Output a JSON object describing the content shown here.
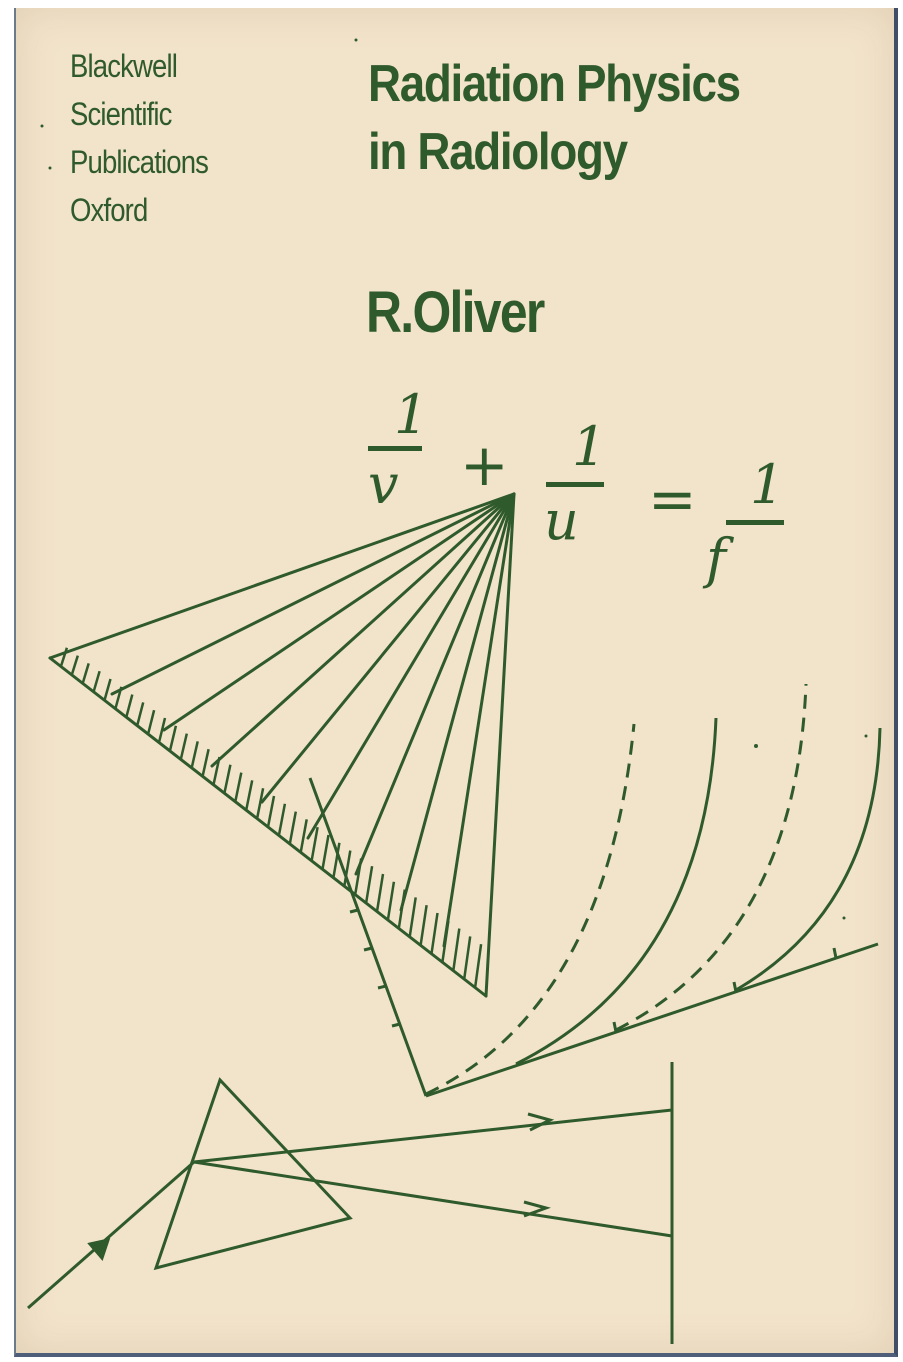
{
  "cover": {
    "publisher_lines": [
      "Blackwell",
      "Scientific",
      "Publications",
      "Oxford"
    ],
    "title_lines": [
      "Radiation Physics",
      "in Radiology"
    ],
    "author": "R.Oliver",
    "equation": {
      "term1_num": "1",
      "term1_den": "v",
      "plus": "+",
      "term2_num": "1",
      "term2_den": "u",
      "equals": "=",
      "term3_num": "1",
      "term3_den": "f"
    },
    "ink_color": "#2f5a2c",
    "paper_color": "#f2e3cb"
  }
}
